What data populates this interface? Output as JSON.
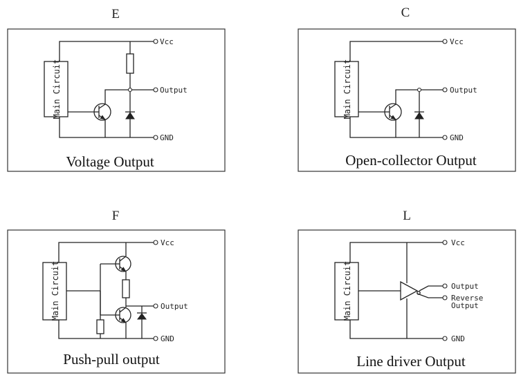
{
  "panels": {
    "e": {
      "letter": "E",
      "title": "Voltage Output",
      "vcc": "Vcc",
      "output": "Output",
      "gnd": "GND",
      "block": "Main Circuit"
    },
    "c": {
      "letter": "C",
      "title": "Open-collector Output",
      "vcc": "Vcc",
      "output": "Output",
      "gnd": "GND",
      "block": "Main Circuit"
    },
    "f": {
      "letter": "F",
      "title": "Push-pull output",
      "vcc": "Vcc",
      "output": "Output",
      "gnd": "GND",
      "block": "Main Circuit"
    },
    "l": {
      "letter": "L",
      "title": "Line driver Output",
      "vcc": "Vcc",
      "output": "Output",
      "reverse_line1": "Reverse",
      "reverse_line2": "Output",
      "gnd": "GND",
      "block": "Main Circuit"
    }
  },
  "colors": {
    "line": "#222222",
    "frame": "#333333",
    "background": "#ffffff"
  }
}
